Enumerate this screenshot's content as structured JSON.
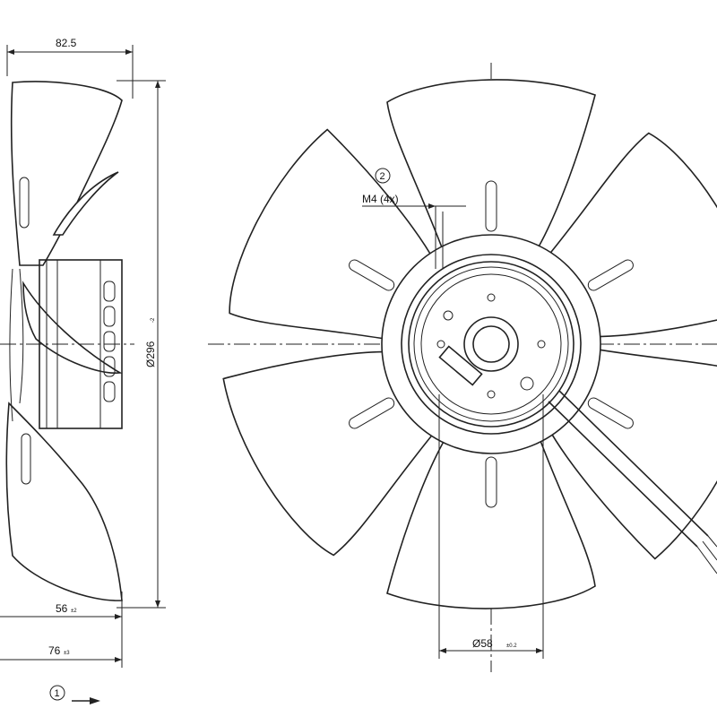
{
  "side_view": {
    "dim_depth_total": "82.5",
    "dim_diameter": "Ø296",
    "dim_diameter_tol": "-2",
    "dim_56": "56",
    "dim_56_tol": "±2",
    "dim_76": "76",
    "dim_76_tol": "±3",
    "callout_airflow": "1"
  },
  "front_view": {
    "callout_mount": "2",
    "label_mount": "M4 (4x)",
    "dim_hub": "Ø58",
    "dim_hub_tol": "±0.2",
    "blade_count": 6
  },
  "colors": {
    "line": "#222222",
    "background": "#ffffff"
  }
}
